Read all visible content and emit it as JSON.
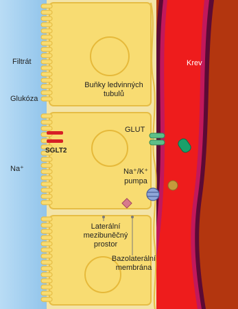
{
  "labels": {
    "filtrate": "Filtrát",
    "glucose": "Glukóza",
    "sodium": "Na⁺",
    "sglt2": "SGLT2",
    "cells_line1": "Buňky ledvinných",
    "cells_line2": "tubulů",
    "glut": "GLUT",
    "pump_line1": "Na⁺/K⁺",
    "pump_line2": "pumpa",
    "blood": "Krev",
    "lateral_line1": "Laterální",
    "lateral_line2": "mezibuněčný",
    "lateral_line3": "prostor",
    "basolateral_line1": "Bazolaterální",
    "basolateral_line2": "membrána"
  },
  "colors": {
    "filtrate": "#9fcdef",
    "cell": "#f8dc72",
    "cell_outline": "#e8c04a",
    "blood": "#ee1c1c",
    "vessel_wall": "#6b0a3a",
    "outer_tissue": "#b33a12",
    "sglt2": "#d71f26",
    "glut": "#5dbf88",
    "glucose_molecule": "#1aa06a",
    "pump": "#8fa6d8",
    "sodium_dot": "#c49a3c",
    "potassium_marker": "#d77a8c"
  },
  "icons": [
    "sglt2-transporter-icon",
    "glut-transporter-icon",
    "glucose-molecule-icon",
    "na-k-pump-icon",
    "sodium-ion-icon",
    "potassium-ion-icon"
  ]
}
